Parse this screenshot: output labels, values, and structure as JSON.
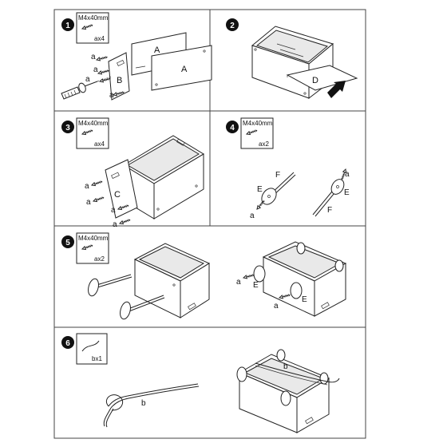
{
  "steps": [
    {
      "number": "1",
      "kit": {
        "screw_spec": "M4x40mm",
        "qty": "ax4"
      },
      "labels": {
        "panel_a1": "A",
        "panel_a2": "A",
        "panel_b": "B",
        "screw_a": "a"
      }
    },
    {
      "number": "2",
      "labels": {
        "panel_d": "D"
      }
    },
    {
      "number": "3",
      "kit": {
        "screw_spec": "M4x40mm",
        "qty": "ax4"
      },
      "labels": {
        "panel_c": "C",
        "screw_a": "a"
      }
    },
    {
      "number": "4",
      "kit": {
        "screw_spec": "M4x40mm",
        "qty": "ax2"
      },
      "labels": {
        "wheel_e": "E",
        "axle_f": "F",
        "screw_a": "a"
      }
    },
    {
      "number": "5",
      "kit": {
        "screw_spec": "M4x40mm",
        "qty": "ax2"
      },
      "labels": {
        "wheel_e": "E",
        "screw_a": "a"
      }
    },
    {
      "number": "6",
      "kit": {
        "qty": "bx1"
      },
      "labels": {
        "rope_b": "b"
      }
    }
  ]
}
